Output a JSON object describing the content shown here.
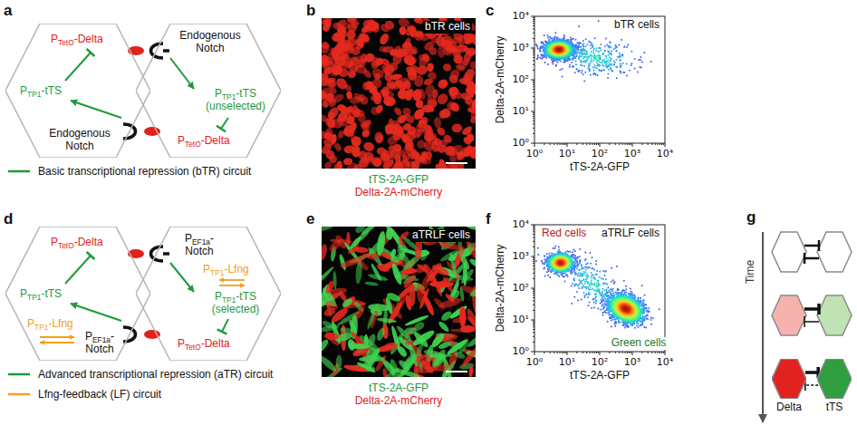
{
  "diagram": {
    "nodes": [
      {
        "text": [
          "PTetO-Delta",
          "PTP1-tTS",
          "Endogenous Notch"
        ]
      },
      {
        "text": [
          "Endogenous Notch",
          "PTP1-tTS (unselected)",
          "PTetO-Delta"
        ]
      },
      {
        "text": [
          "PTetO-Delta",
          "PTP1-tTS",
          "PTP1-Lfng",
          "PEF1a-Notch"
        ]
      },
      {
        "text": [
          "PEF1a-Notch",
          "PTP1-Lfng",
          "PTP1-tTS (selected)",
          "PTetO-Delta"
        ]
      },
      {
        "text": [
          "Delta"
        ]
      },
      {
        "text": [
          "tTS"
        ]
      }
    ],
    "edges": [
      {
        "from": 4,
        "to": 5,
        "arrow": "to"
      },
      {
        "from": 5,
        "to": 4,
        "arrow": "to"
      }
    ],
    "labels": [
      "a",
      "b",
      "bTR cells",
      "tTS-2A-GFP",
      "Delta-2A-mCherry",
      "c",
      "bTR cells",
      "10⁴",
      "10³",
      "10²",
      "10¹",
      "10⁰",
      "10⁰",
      "10¹",
      "10²",
      "10³",
      "10⁴",
      "Delta-2A-mCherry",
      "tTS-2A-GFP",
      "d",
      "e",
      "aTRLF cells",
      "tTS-2A-GFP",
      "Delta-2A-mCherry",
      "f",
      "aTRLF cells",
      "Red cells",
      "Green cells",
      "10⁴",
      "10³",
      "10²",
      "10¹",
      "10⁰",
      "10⁰",
      "10¹",
      "10²",
      "10³",
      "10⁴",
      "Delta-2A-mCherry",
      "tTS-2A-GFP",
      "g",
      "Time"
    ],
    "legend": [
      {
        "text": "Basic transcriptional repression (bTR) circuit"
      },
      {
        "text": "Advanced transcriptional repression (aTR) circuit"
      },
      {
        "text": "Lfng-feedback (LF) circuit"
      }
    ]
  }
}
